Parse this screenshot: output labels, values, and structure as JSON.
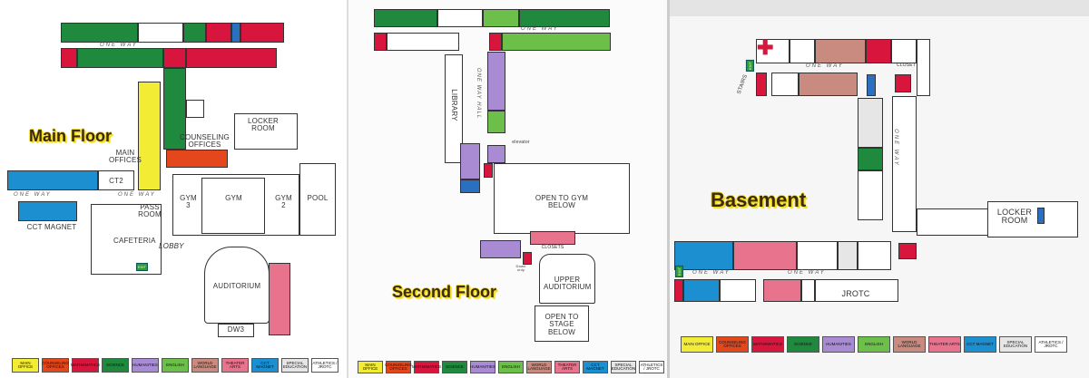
{
  "floors": {
    "main": {
      "title": "Main Floor",
      "labels": {
        "main_offices": "MAIN OFFICES",
        "counseling": "COUNSELING OFFICES",
        "locker_room": "LOCKER ROOM",
        "gym3": "GYM 3",
        "gym": "GYM",
        "gym2": "GYM 2",
        "pool": "POOL",
        "pass_room": "PASS ROOM",
        "cafeteria": "CAFETERIA",
        "auditorium": "AUDITORIUM",
        "ct2": "CT2",
        "cct_magnet": "CCT MAGNET",
        "lobby": "LOBBY",
        "one_way": "ONE WAY",
        "exit": "EXIT",
        "dw3": "DW3"
      }
    },
    "second": {
      "title": "Second Floor",
      "labels": {
        "library": "LIBRARY",
        "open_gym": "OPEN TO GYM BELOW",
        "upper_auditorium": "UPPER AUDITORIUM",
        "open_stage": "OPEN TO STAGE BELOW",
        "closets": "CLOSETS",
        "elevator": "elevator",
        "one_way": "ONE WAY",
        "one_way_hall": "ONE WAY HALL",
        "down_only": "Down only"
      }
    },
    "basement": {
      "title": "Basement",
      "labels": {
        "locker_room": "LOCKER ROOM",
        "jrotc": "JROTC",
        "one_way": "ONE WAY",
        "exit": "EXIT",
        "closet": "CLOSET",
        "stairs": "STAIRS"
      }
    }
  },
  "legend": [
    "MAIN OFFICE",
    "COUNSELING OFFICES",
    "MATHEMATICS",
    "SCIENCE",
    "HUMANITIES",
    "ENGLISH",
    "WORLD LANGUAGE",
    "THEATER ARTS",
    "CCT MAGNET",
    "SPECIAL EDUCATION",
    "ATHLETICS / JROTC"
  ],
  "colors": {
    "main_office": "#f3ec34",
    "counseling": "#e5471d",
    "mathematics": "#d8163d",
    "science": "#1f8a3d",
    "humanities": "#a88bd3",
    "english": "#6cbf48",
    "world_language": "#c98b80",
    "theater_arts": "#e7738d",
    "cct_magnet": "#1b8fd0",
    "special_education": "#e6e6e6",
    "athletics_jrotc": "#ffffff"
  }
}
